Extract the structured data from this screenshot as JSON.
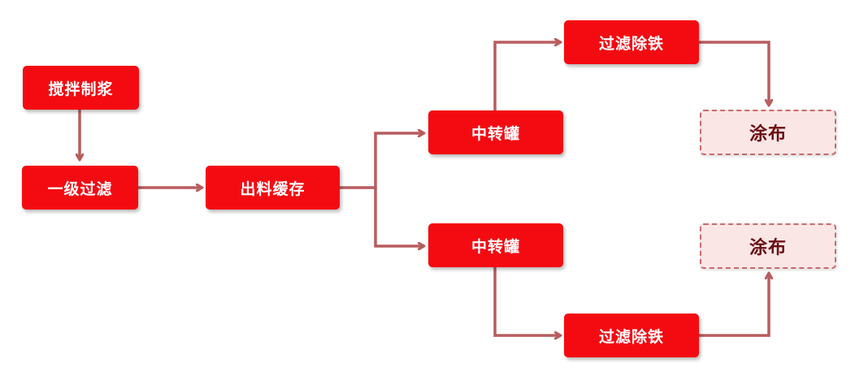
{
  "diagram": {
    "nodes": {
      "mixing": "搅拌制浆",
      "primary_filter": "一级过滤",
      "discharge_buffer": "出料缓存",
      "transfer_tank_1": "中转罐",
      "transfer_tank_2": "中转罐",
      "filter_iron_removal_1": "过滤除铁",
      "filter_iron_removal_2": "过滤除铁",
      "coating_1": "涂布",
      "coating_2": "涂布"
    },
    "edges": [
      [
        "mixing",
        "primary_filter"
      ],
      [
        "primary_filter",
        "discharge_buffer"
      ],
      [
        "discharge_buffer",
        "transfer_tank_1"
      ],
      [
        "discharge_buffer",
        "transfer_tank_2"
      ],
      [
        "transfer_tank_1",
        "filter_iron_removal_1"
      ],
      [
        "filter_iron_removal_1",
        "coating_1"
      ],
      [
        "transfer_tank_2",
        "filter_iron_removal_2"
      ],
      [
        "filter_iron_removal_2",
        "coating_2"
      ]
    ],
    "colors": {
      "node_fill": "#f40b12",
      "node_text": "#ffffff",
      "terminal_fill": "#fbe6e6",
      "terminal_border": "#c76b6d",
      "terminal_text": "#6a0c10",
      "connector": "#b85c5e"
    }
  }
}
